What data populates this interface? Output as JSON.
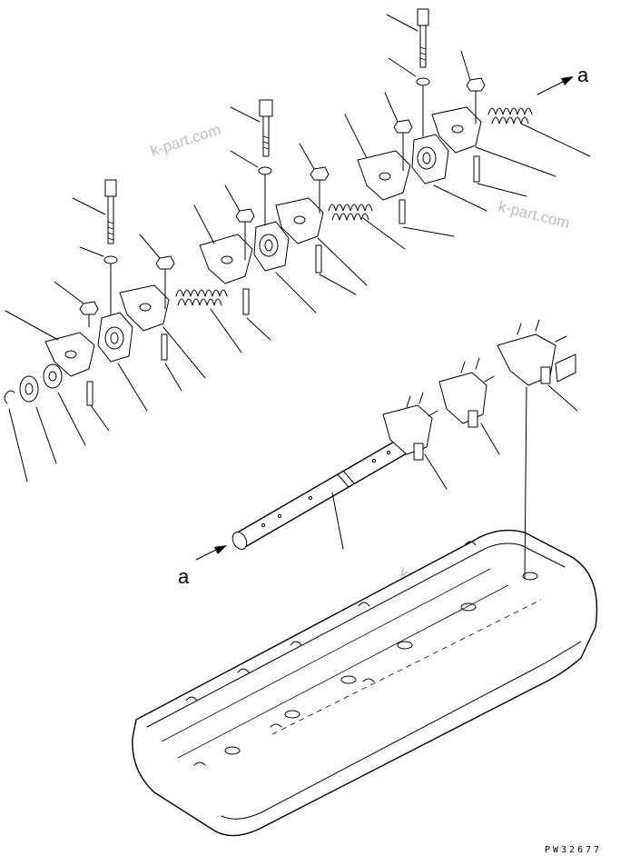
{
  "diagram": {
    "ref_label_arrow_top": "a",
    "ref_label_arrow_left": "a",
    "drawing_code": "PW32677",
    "watermarks": [
      "k-part.com",
      "k-part.com",
      "k-part.com",
      "k-part.com"
    ]
  }
}
